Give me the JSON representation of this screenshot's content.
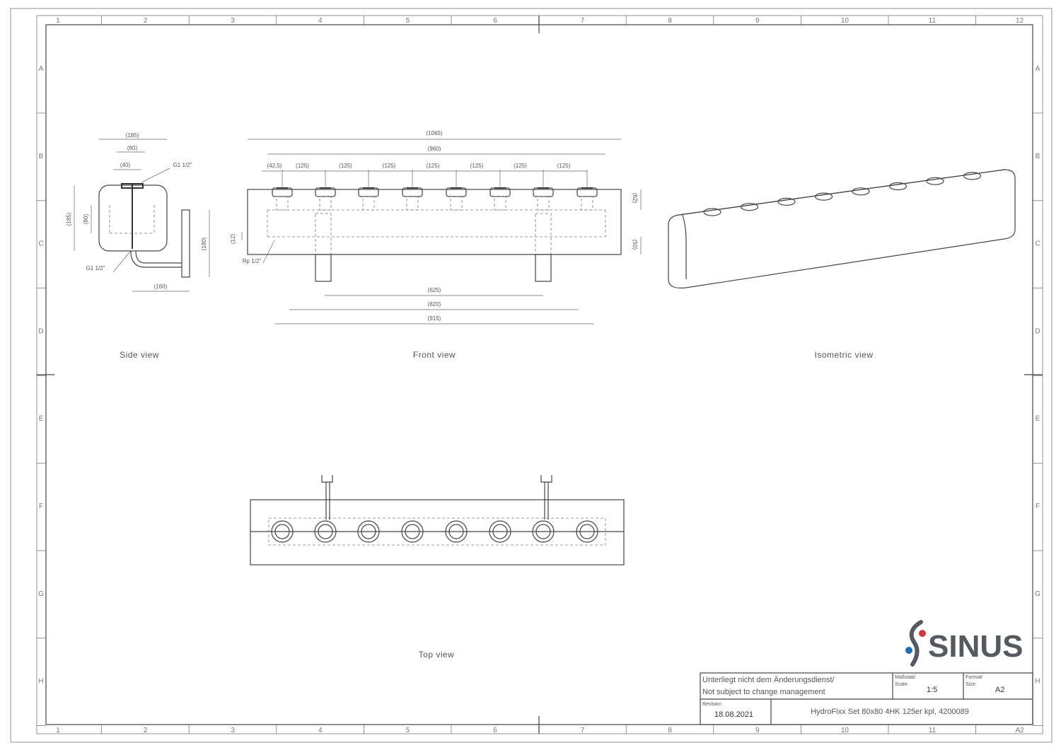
{
  "sheet": {
    "columns": [
      "1",
      "2",
      "3",
      "4",
      "5",
      "6",
      "7",
      "8",
      "9",
      "10",
      "11",
      "12"
    ],
    "bottom_columns": [
      "1",
      "2",
      "3",
      "4",
      "5",
      "6",
      "7",
      "8",
      "9",
      "10",
      "11",
      "A2"
    ],
    "rows": [
      "A",
      "B",
      "C",
      "D",
      "E",
      "F",
      "G",
      "H"
    ]
  },
  "views": {
    "side": {
      "label": "Side view",
      "dims": {
        "width_total": "(185)",
        "width_inner": "(80)",
        "offset": "(40)",
        "height_total": "(185)",
        "height_inner": "(80)",
        "depth": "(160)",
        "bracket": "(180)"
      },
      "thread_top": "G1 1/2\"",
      "thread_bottom": "G1 1/2\""
    },
    "front": {
      "label": "Front view",
      "dims": {
        "overall": "(1065)",
        "outlets_span": "(960)",
        "first_offset": "(42,5)",
        "pitch": [
          "(125)",
          "(125)",
          "(125)",
          "(125)",
          "(125)",
          "(125)",
          "(125)"
        ],
        "top_height": "(62)",
        "bottom_height": "(50)",
        "small": "(12)",
        "brackets": "(625)",
        "lower_outlets": "(820)",
        "lower_span": "(915)"
      },
      "thread": "Rp 1/2\""
    },
    "isometric": {
      "label": "Isometric view"
    },
    "top": {
      "label": "Top view"
    }
  },
  "logo": {
    "text": "SINUS",
    "colors": {
      "red": "#d9323f",
      "blue": "#1f6fb5",
      "gray": "#555a60"
    }
  },
  "title_block": {
    "notice_de": "Unterliegt nicht dem Änderungsdienst/",
    "notice_en": "Not subject to change management",
    "scale_label_de": "Maßstab/",
    "scale_label_en": "Scale:",
    "scale": "1:5",
    "format_label_de": "Format/",
    "format_label_en": "Size:",
    "format": "A2",
    "revision_label": "Revision",
    "revision": "18.08.2021",
    "title": "HydroFixx Set 80x80 4HK 125er kpl, 4200089"
  }
}
